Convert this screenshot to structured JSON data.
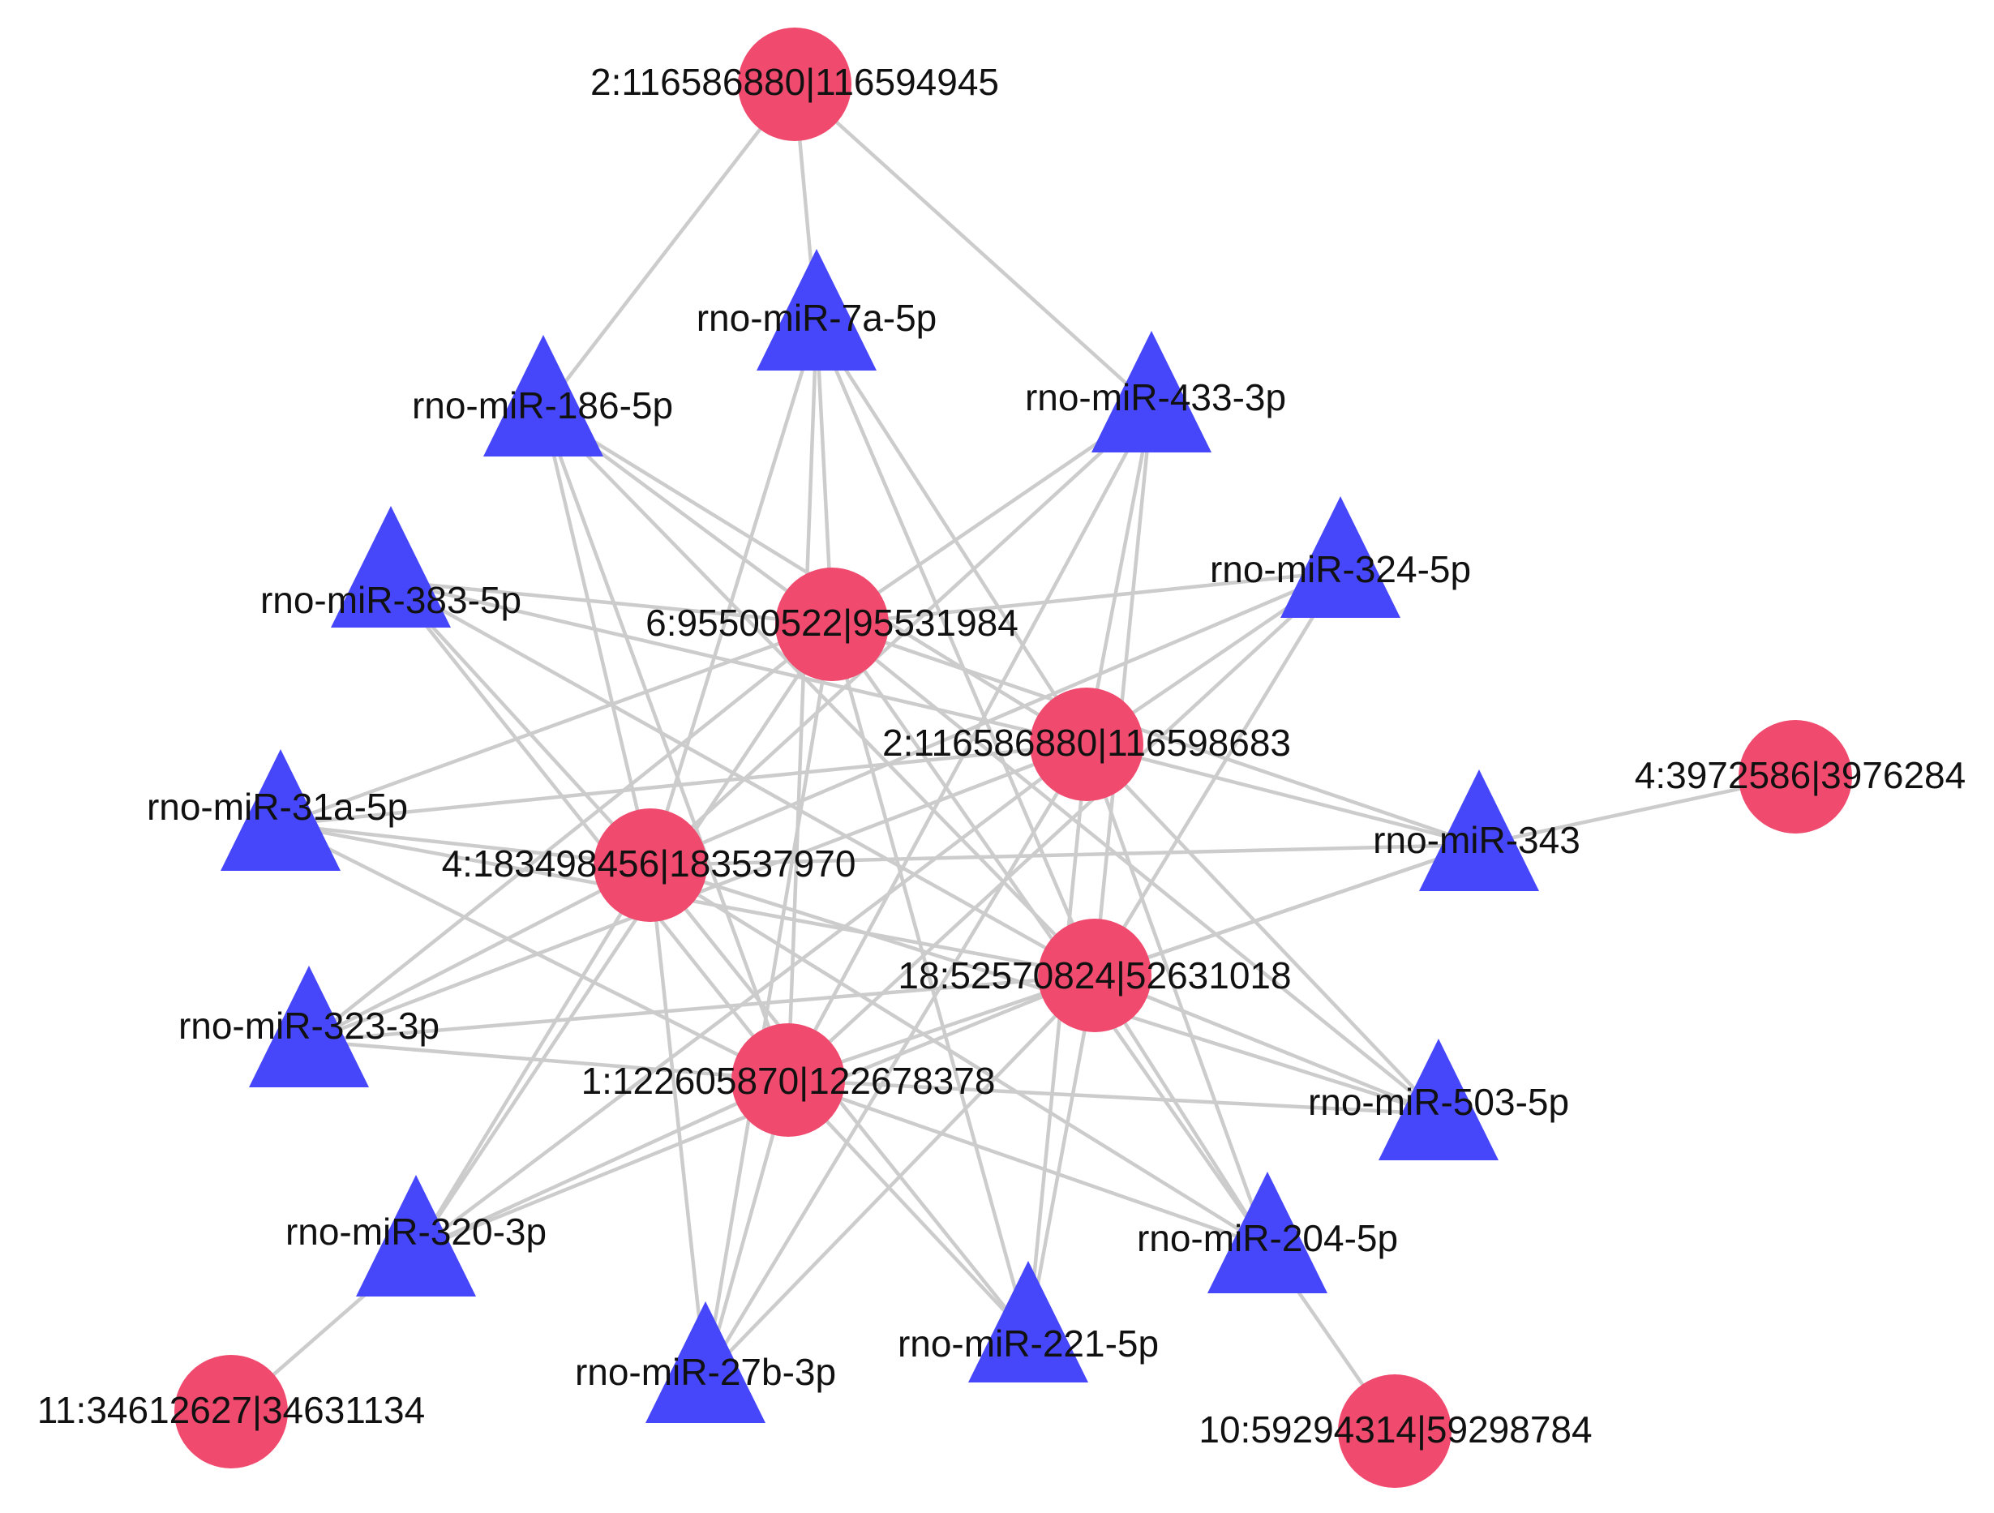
{
  "network": {
    "colors": {
      "circle": "#f04a6e",
      "triangle": "#4646fa",
      "edge": "#cccccc",
      "label": "#111111"
    },
    "nodes": [
      {
        "id": "c1",
        "shape": "circle",
        "label": "2:116586880|116594945"
      },
      {
        "id": "c2",
        "shape": "circle",
        "label": "6:95500522|95531984"
      },
      {
        "id": "c3",
        "shape": "circle",
        "label": "2:116586880|116598683"
      },
      {
        "id": "c4",
        "shape": "circle",
        "label": "4:183498456|183537970"
      },
      {
        "id": "c5",
        "shape": "circle",
        "label": "18:52570824|52631018"
      },
      {
        "id": "c6",
        "shape": "circle",
        "label": "1:122605870|122678378"
      },
      {
        "id": "c7",
        "shape": "circle",
        "label": "4:3972586|3976284"
      },
      {
        "id": "c8",
        "shape": "circle",
        "label": "11:34612627|34631134"
      },
      {
        "id": "c9",
        "shape": "circle",
        "label": "10:59294314|59298784"
      },
      {
        "id": "t1",
        "shape": "triangle",
        "label": "rno-miR-7a-5p"
      },
      {
        "id": "t2",
        "shape": "triangle",
        "label": "rno-miR-186-5p"
      },
      {
        "id": "t3",
        "shape": "triangle",
        "label": "rno-miR-433-3p"
      },
      {
        "id": "t4",
        "shape": "triangle",
        "label": "rno-miR-383-5p"
      },
      {
        "id": "t5",
        "shape": "triangle",
        "label": "rno-miR-324-5p"
      },
      {
        "id": "t6",
        "shape": "triangle",
        "label": "rno-miR-31a-5p"
      },
      {
        "id": "t7",
        "shape": "triangle",
        "label": "rno-miR-343"
      },
      {
        "id": "t8",
        "shape": "triangle",
        "label": "rno-miR-323-3p"
      },
      {
        "id": "t9",
        "shape": "triangle",
        "label": "rno-miR-503-5p"
      },
      {
        "id": "t10",
        "shape": "triangle",
        "label": "rno-miR-320-3p"
      },
      {
        "id": "t11",
        "shape": "triangle",
        "label": "rno-miR-204-5p"
      },
      {
        "id": "t12",
        "shape": "triangle",
        "label": "rno-miR-27b-3p"
      },
      {
        "id": "t13",
        "shape": "triangle",
        "label": "rno-miR-221-5p"
      }
    ],
    "edges": [
      [
        "c1",
        "t1"
      ],
      [
        "c1",
        "t2"
      ],
      [
        "c1",
        "t3"
      ],
      [
        "c2",
        "t1"
      ],
      [
        "c2",
        "t2"
      ],
      [
        "c2",
        "t3"
      ],
      [
        "c2",
        "t4"
      ],
      [
        "c2",
        "t5"
      ],
      [
        "c2",
        "t6"
      ],
      [
        "c2",
        "t7"
      ],
      [
        "c2",
        "t8"
      ],
      [
        "c2",
        "t9"
      ],
      [
        "c2",
        "t10"
      ],
      [
        "c2",
        "t11"
      ],
      [
        "c2",
        "t12"
      ],
      [
        "c2",
        "t13"
      ],
      [
        "c3",
        "t1"
      ],
      [
        "c3",
        "t2"
      ],
      [
        "c3",
        "t3"
      ],
      [
        "c3",
        "t4"
      ],
      [
        "c3",
        "t5"
      ],
      [
        "c3",
        "t6"
      ],
      [
        "c3",
        "t7"
      ],
      [
        "c3",
        "t8"
      ],
      [
        "c3",
        "t9"
      ],
      [
        "c3",
        "t10"
      ],
      [
        "c3",
        "t11"
      ],
      [
        "c3",
        "t12"
      ],
      [
        "c3",
        "t13"
      ],
      [
        "c4",
        "t1"
      ],
      [
        "c4",
        "t2"
      ],
      [
        "c4",
        "t3"
      ],
      [
        "c4",
        "t4"
      ],
      [
        "c4",
        "t5"
      ],
      [
        "c4",
        "t6"
      ],
      [
        "c4",
        "t7"
      ],
      [
        "c4",
        "t8"
      ],
      [
        "c4",
        "t9"
      ],
      [
        "c4",
        "t10"
      ],
      [
        "c4",
        "t11"
      ],
      [
        "c4",
        "t12"
      ],
      [
        "c4",
        "t13"
      ],
      [
        "c5",
        "t1"
      ],
      [
        "c5",
        "t2"
      ],
      [
        "c5",
        "t3"
      ],
      [
        "c5",
        "t4"
      ],
      [
        "c5",
        "t5"
      ],
      [
        "c5",
        "t6"
      ],
      [
        "c5",
        "t7"
      ],
      [
        "c5",
        "t8"
      ],
      [
        "c5",
        "t9"
      ],
      [
        "c5",
        "t10"
      ],
      [
        "c5",
        "t11"
      ],
      [
        "c5",
        "t12"
      ],
      [
        "c5",
        "t13"
      ],
      [
        "c6",
        "t1"
      ],
      [
        "c6",
        "t2"
      ],
      [
        "c6",
        "t3"
      ],
      [
        "c6",
        "t4"
      ],
      [
        "c6",
        "t5"
      ],
      [
        "c6",
        "t6"
      ],
      [
        "c6",
        "t7"
      ],
      [
        "c6",
        "t8"
      ],
      [
        "c6",
        "t9"
      ],
      [
        "c6",
        "t10"
      ],
      [
        "c6",
        "t11"
      ],
      [
        "c6",
        "t12"
      ],
      [
        "c6",
        "t13"
      ],
      [
        "c7",
        "t7"
      ],
      [
        "c8",
        "t10"
      ],
      [
        "c9",
        "t11"
      ]
    ]
  }
}
